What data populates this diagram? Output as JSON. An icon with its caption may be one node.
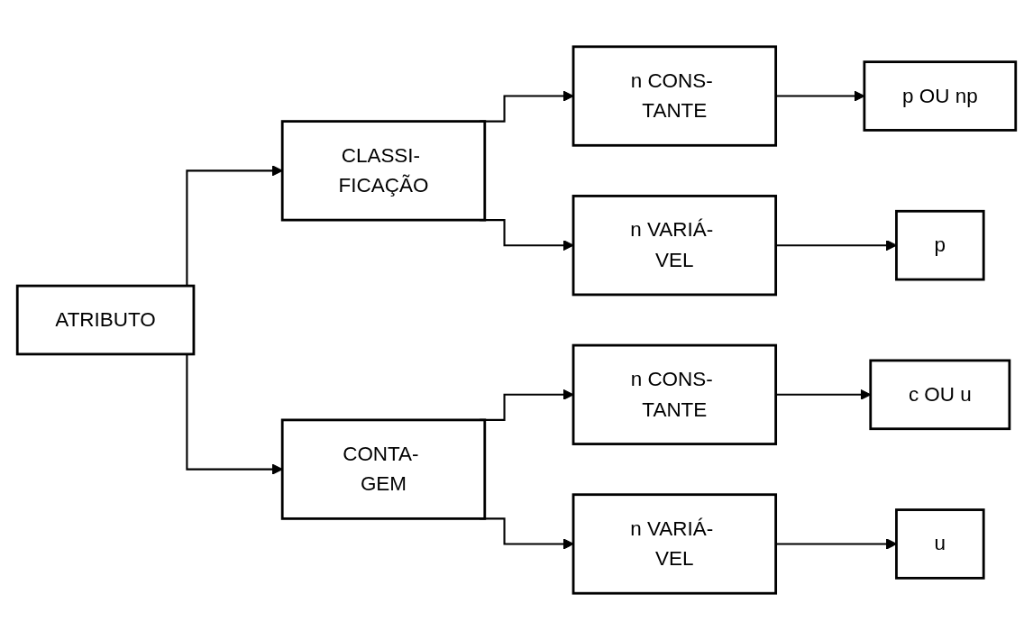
{
  "diagram": {
    "nodes": [
      {
        "text": [
          "ATRIBUTO"
        ]
      },
      {
        "text": [
          "CLASSI- FICAÇÃO"
        ]
      },
      {
        "text": [
          "n CONS- TANTE"
        ]
      },
      {
        "text": [
          "n VARIÁ- VEL"
        ]
      },
      {
        "text": [
          "p OU np"
        ]
      },
      {
        "text": [
          "p"
        ]
      },
      {
        "text": [
          "CONTA- GEM"
        ]
      },
      {
        "text": [
          "n CONS- TANTE"
        ]
      },
      {
        "text": [
          "n VARIÁ- VEL"
        ]
      },
      {
        "text": [
          "c OU u"
        ]
      },
      {
        "text": [
          "u"
        ]
      }
    ],
    "edges": [
      {
        "from": 0,
        "to": 1,
        "arrow": "to"
      },
      {
        "from": 0,
        "to": 6,
        "arrow": "to"
      },
      {
        "from": 1,
        "to": 2,
        "arrow": "to"
      },
      {
        "from": 1,
        "to": 3,
        "arrow": "to"
      },
      {
        "from": 2,
        "to": 4,
        "arrow": "to"
      },
      {
        "from": 3,
        "to": 5,
        "arrow": "to"
      },
      {
        "from": 6,
        "to": 7,
        "arrow": "to"
      },
      {
        "from": 6,
        "to": 8,
        "arrow": "to"
      },
      {
        "from": 7,
        "to": 9,
        "arrow": "to"
      },
      {
        "from": 8,
        "to": 10,
        "arrow": "to"
      }
    ]
  }
}
